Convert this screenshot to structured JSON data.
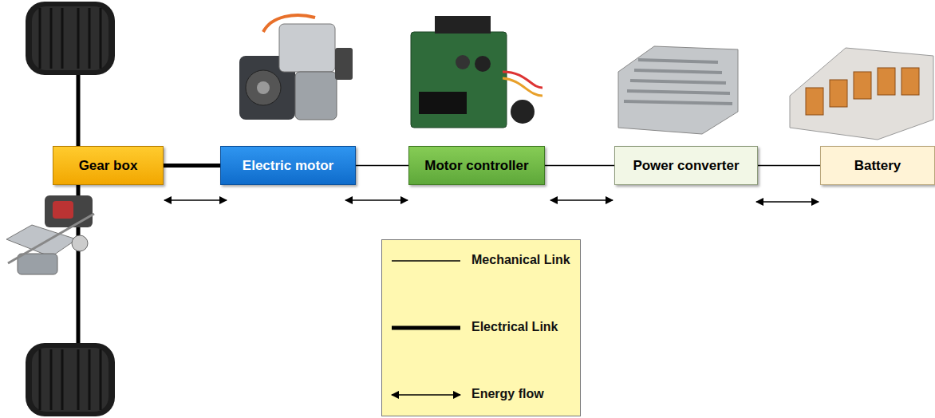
{
  "diagram": {
    "nodes": [
      {
        "text": [
          "Gear box"
        ]
      },
      {
        "text": [
          "Electric motor"
        ]
      },
      {
        "text": [
          "Motor controller"
        ]
      },
      {
        "text": [
          "Power converter"
        ]
      },
      {
        "text": [
          "Battery"
        ]
      }
    ],
    "edges": [
      {
        "from": 0,
        "to": 1,
        "arrow": "none"
      },
      {
        "from": 1,
        "to": 2,
        "arrow": "none"
      },
      {
        "from": 2,
        "to": 3,
        "arrow": "none"
      },
      {
        "from": 3,
        "to": 4,
        "arrow": "none"
      }
    ],
    "legend": [
      {
        "text": "Mechanical Link"
      },
      {
        "text": "Electrical Link"
      },
      {
        "text": "Energy flow"
      }
    ]
  }
}
